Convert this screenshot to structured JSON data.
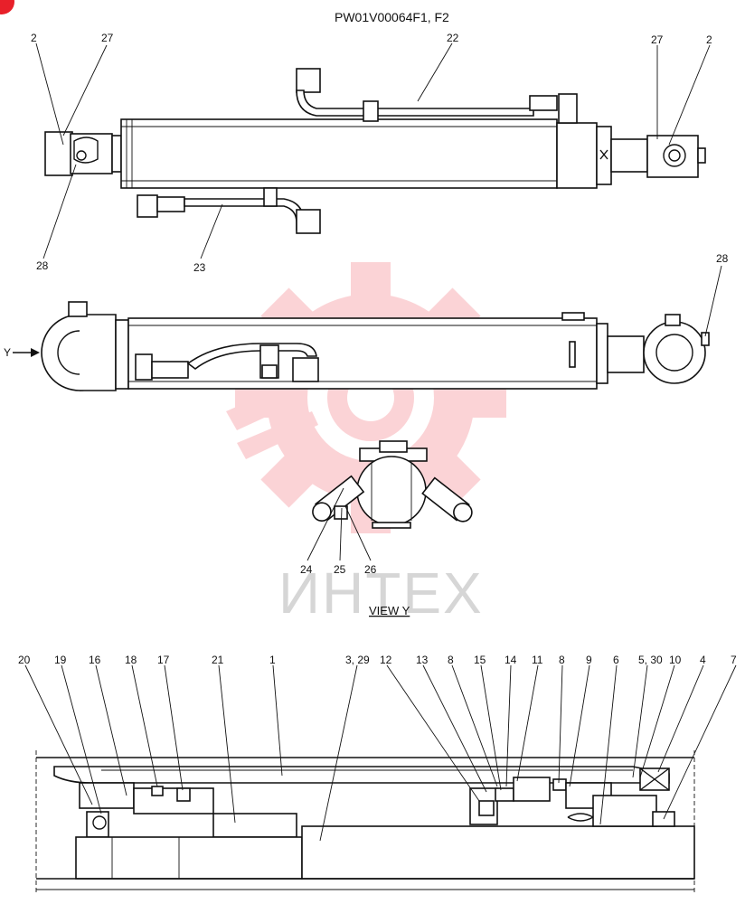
{
  "drawing": {
    "code": "PW01V00064F1, F2",
    "view_label": "VIEW  Y",
    "view_arrow_label": "Y",
    "watermark": "ИНТЕХ",
    "accent_color": "#e8202a",
    "watermark_color": "#f7a0a6"
  },
  "callouts_top": [
    "2",
    "27",
    "22",
    "27",
    "2",
    "28",
    "23"
  ],
  "callouts_middle": [
    "28"
  ],
  "callouts_view": [
    "24",
    "25",
    "26"
  ],
  "callouts_section": [
    "20",
    "19",
    "16",
    "18",
    "17",
    "21",
    "1",
    "3, 29",
    "12",
    "13",
    "8",
    "15",
    "14",
    "11",
    "8",
    "9",
    "6",
    "5, 30",
    "10",
    "4",
    "7"
  ]
}
